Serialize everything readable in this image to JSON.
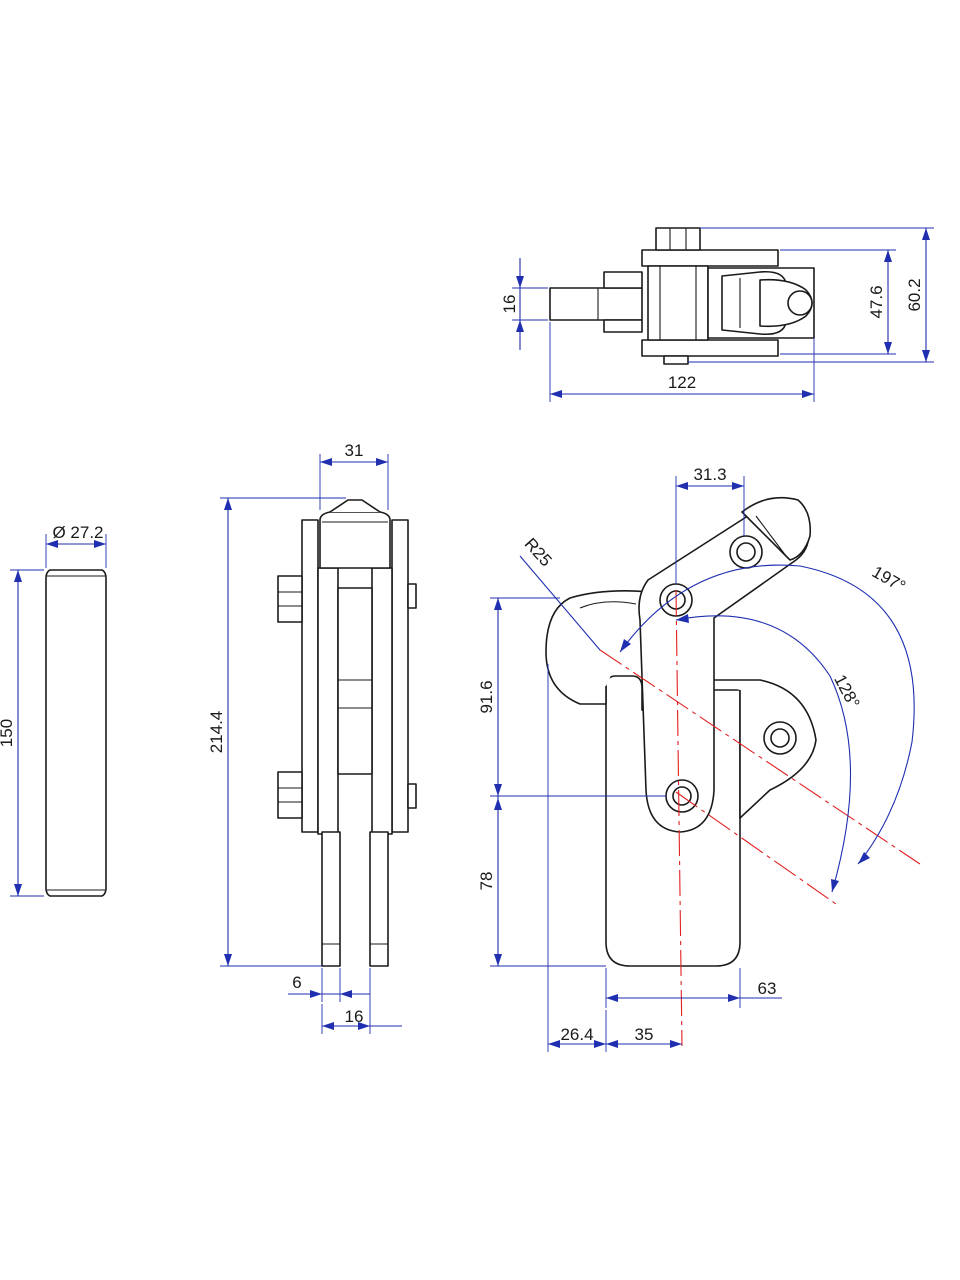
{
  "colors": {
    "outline": "#1a1a1a",
    "dimension": "#1f2fb0",
    "centerline": "#e02020",
    "background": "#ffffff"
  },
  "dimensions": {
    "top_height_small": "16",
    "top_height_inner": "47.6",
    "top_height_outer": "60.2",
    "top_length": "122",
    "pin_diameter": "Ø 27.2",
    "pin_length": "150",
    "front_width": "31",
    "front_height": "214.4",
    "front_gap": "6",
    "front_foot": "16",
    "side_offset": "31.3",
    "side_radius": "R25",
    "side_angle_large": "197°",
    "side_angle_small": "128°",
    "side_height_upper": "91.6",
    "side_height_lower": "78",
    "side_reach": "63",
    "side_base_left": "26.4",
    "side_base_right": "35"
  }
}
